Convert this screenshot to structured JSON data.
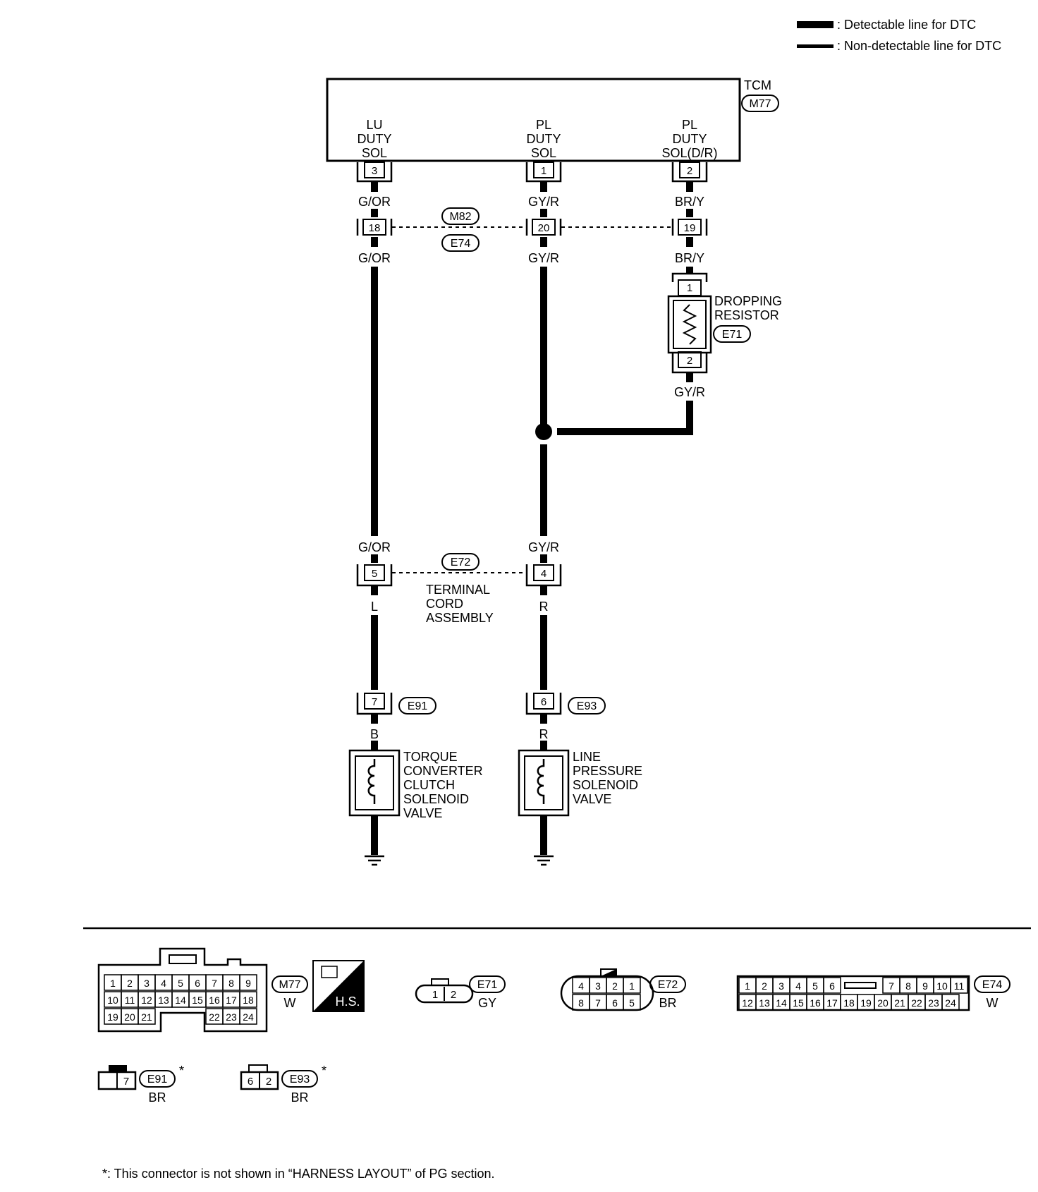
{
  "legend": {
    "detectable": ": Detectable line for DTC",
    "non_detectable": ": Non-detectable line for DTC"
  },
  "tcm": {
    "name": "TCM",
    "connector": "M77",
    "terminals": {
      "lu": [
        "LU",
        "DUTY",
        "SOL"
      ],
      "pl": [
        "PL",
        "DUTY",
        "SOL"
      ],
      "pldr": [
        "PL",
        "DUTY",
        "SOL(D/R)"
      ]
    },
    "pins": {
      "lu": "3",
      "pl": "1",
      "pldr": "2"
    }
  },
  "wires": {
    "go": "G/OR",
    "gyr": "GY/R",
    "bry": "BR/Y",
    "l": "L",
    "r": "R",
    "b": "B"
  },
  "junction_m82_e74": {
    "top": "M82",
    "bottom": "E74",
    "pins": {
      "lu": "18",
      "pl": "20",
      "pldr": "19"
    }
  },
  "resistor": {
    "name_lines": [
      "DROPPING",
      "RESISTOR"
    ],
    "connector": "E71",
    "pin_top": "1",
    "pin_bottom": "2"
  },
  "junction_e72": {
    "connector": "E72",
    "name_lines": [
      "TERMINAL",
      "CORD",
      "ASSEMBLY"
    ],
    "pins": {
      "lu": "5",
      "pl": "4"
    }
  },
  "solenoids": {
    "tcc": {
      "pin": "7",
      "connector": "E91",
      "name_lines": [
        "TORQUE",
        "CONVERTER",
        "CLUTCH",
        "SOLENOID",
        "VALVE"
      ]
    },
    "lp": {
      "pin": "6",
      "connector": "E93",
      "name_lines": [
        "LINE",
        "PRESSURE",
        "SOLENOID",
        "VALVE"
      ]
    }
  },
  "connector_views": {
    "m77": {
      "name": "M77",
      "color": "W",
      "row1": [
        "1",
        "2",
        "3",
        "4",
        "5",
        "6",
        "7",
        "8",
        "9"
      ],
      "row2": [
        "10",
        "11",
        "12",
        "13",
        "14",
        "15",
        "16",
        "17",
        "18"
      ],
      "row3": [
        "19",
        "20",
        "21",
        "22",
        "23",
        "24"
      ],
      "badge": "H.S."
    },
    "e71": {
      "name": "E71",
      "color": "GY",
      "pins": [
        "1",
        "2"
      ]
    },
    "e72": {
      "name": "E72",
      "color": "BR",
      "row1": [
        "4",
        "3",
        "2",
        "1"
      ],
      "row2": [
        "8",
        "7",
        "6",
        "5"
      ]
    },
    "e74": {
      "name": "E74",
      "color": "W",
      "row1": [
        "1",
        "2",
        "3",
        "4",
        "5",
        "6",
        "7",
        "8",
        "9",
        "10",
        "11"
      ],
      "row2": [
        "12",
        "13",
        "14",
        "15",
        "16",
        "17",
        "18",
        "19",
        "20",
        "21",
        "22",
        "23",
        "24"
      ]
    },
    "e91": {
      "name": "E91",
      "color": "BR",
      "pins": [
        "7"
      ],
      "mark": "*"
    },
    "e93": {
      "name": "E93",
      "color": "BR",
      "pins": [
        "6",
        "2"
      ],
      "mark": "*"
    }
  },
  "footnote": "*: This connector is not shown in “HARNESS LAYOUT” of PG section."
}
